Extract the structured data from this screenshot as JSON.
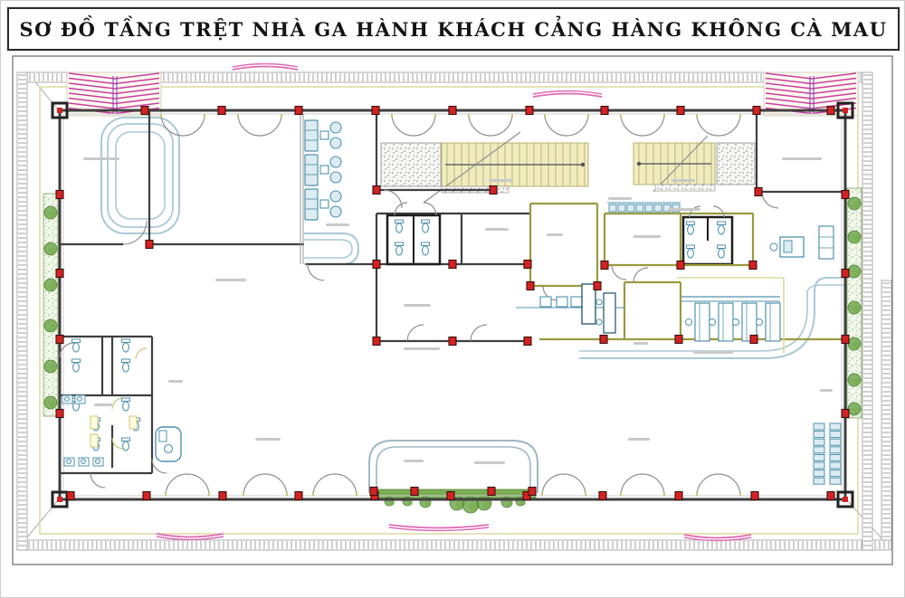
{
  "title_block": {
    "title": "SƠ ĐỒ TẦNG TRỆT NHÀ GA HÀNH KHÁCH CẢNG HÀNG KHÔNG CÀ MAU"
  },
  "drawing": {
    "type": "architectural-floor-plan",
    "floor": "ground-floor-terminal-plan",
    "colors": {
      "wall": "#3f3f3f",
      "wall_black": "#1d1d1d",
      "wall_olive": "#9a9a40",
      "column_red": "#d42222",
      "column_edge": "#3a1010",
      "canopy_magenta": "#c93f9f",
      "canopy_purple": "#8a3fae",
      "fixture_blue": "#4f93ad",
      "fixture_fill": "#ddecf2",
      "belt_blue": "#a9c9d6",
      "stair_fill": "#f0ecc0",
      "stair_edge": "#b8b070",
      "green_dark": "#5f9e3c",
      "green_mid": "#7cae54",
      "green_edge": "#57823a",
      "apron_yellow": "#ddd8a0",
      "tick_gray": "#8a8a8a",
      "door_gray": "#909090",
      "label_gray": "#c9c9c9",
      "frame_gray": "#777777",
      "pink_arc": "#e06ab4"
    }
  }
}
